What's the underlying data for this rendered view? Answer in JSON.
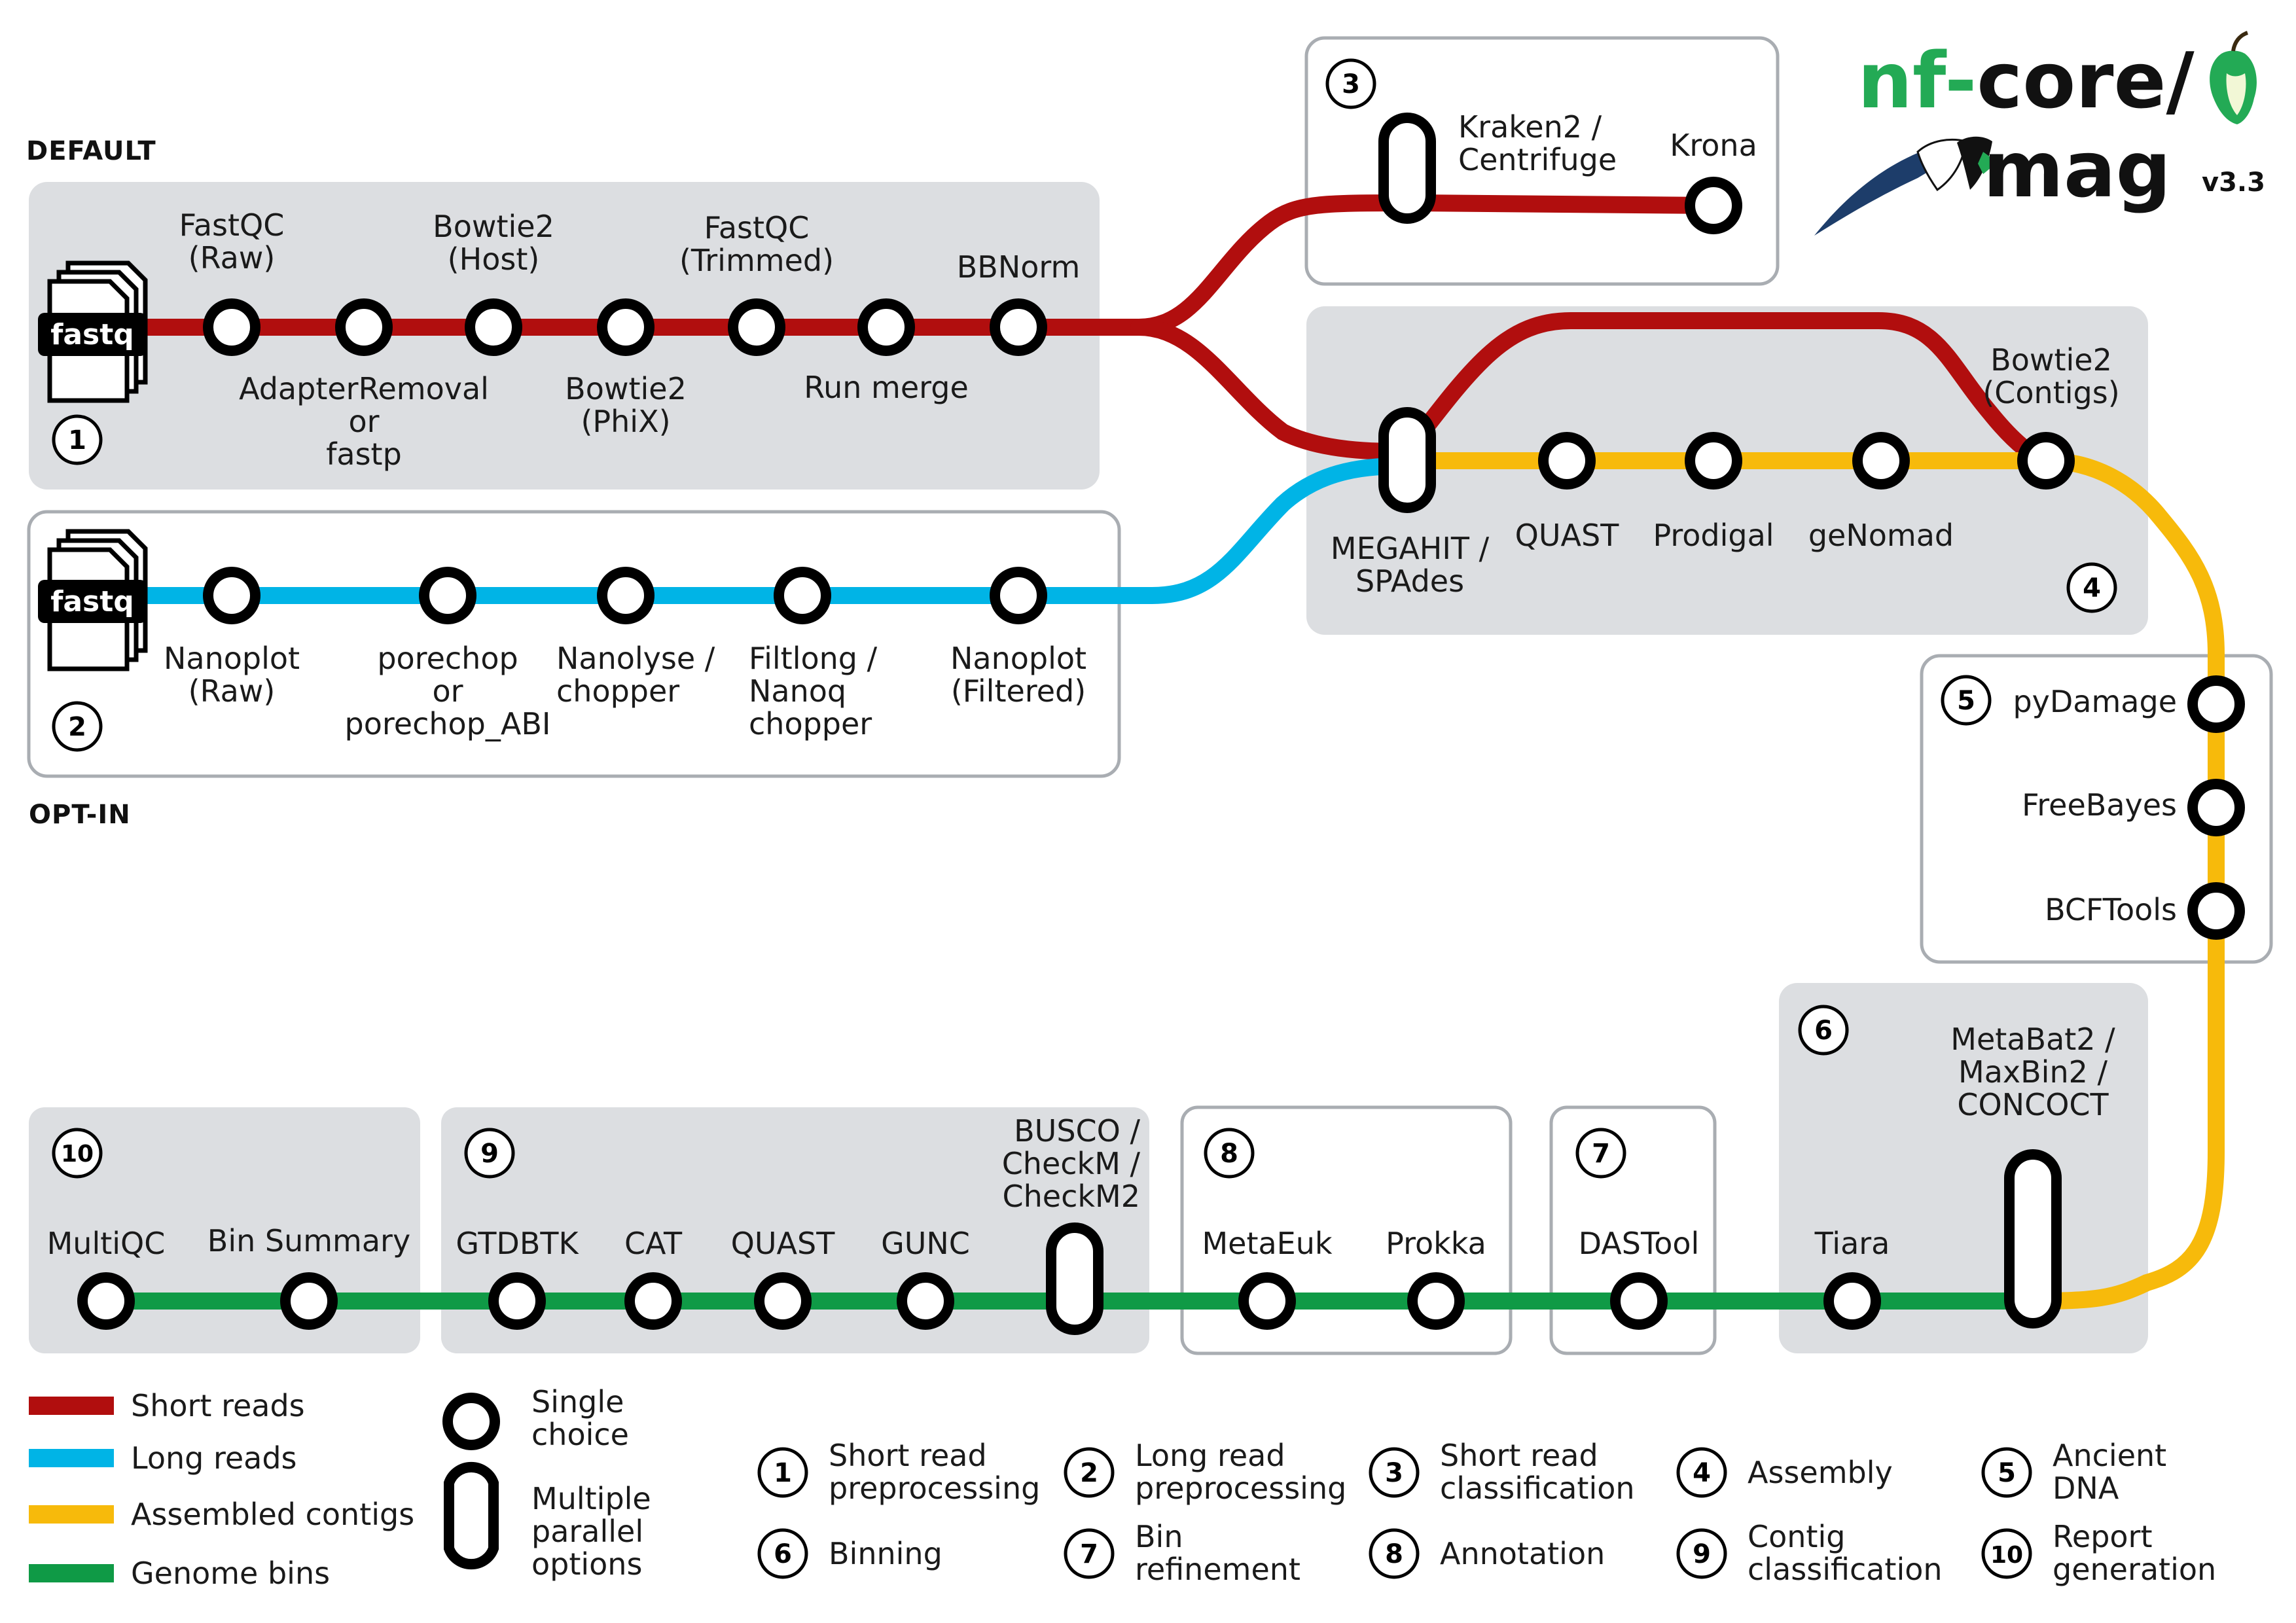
{
  "colors": {
    "short_reads": "#b10e0e",
    "long_reads": "#00b4e6",
    "contigs": "#f7ba0b",
    "bins": "#0f9a46",
    "nf_green": "#23aa55"
  },
  "logo": {
    "prefix": "nf-",
    "core": "core/",
    "name": "mag",
    "version": "v3.3"
  },
  "section_labels": {
    "default": "DEFAULT",
    "opt_in": "OPT-IN"
  },
  "input_icon": "fastq",
  "sections": {
    "s1": "1",
    "s2": "2",
    "s3": "3",
    "s4": "4",
    "s5": "5",
    "s6": "6",
    "s7": "7",
    "s8": "8",
    "s9": "9",
    "s10": "10"
  },
  "stations": {
    "fastqc_raw": [
      "FastQC",
      "(Raw)"
    ],
    "adapter_removal": [
      "AdapterRemoval",
      "or",
      "fastp"
    ],
    "bowtie2_host": [
      "Bowtie2",
      "(Host)"
    ],
    "bowtie2_phix": [
      "Bowtie2",
      "(PhiX)"
    ],
    "fastqc_trimmed": [
      "FastQC",
      "(Trimmed)"
    ],
    "run_merge": [
      "Run merge"
    ],
    "bbnorm": [
      "BBNorm"
    ],
    "nanoplot_raw": [
      "Nanoplot",
      "(Raw)"
    ],
    "porechop": [
      "porechop",
      "or",
      "porechop_ABI"
    ],
    "nanolyse": [
      "Nanolyse /",
      "chopper"
    ],
    "filtlong": [
      "Filtlong /",
      "Nanoq",
      "chopper"
    ],
    "nanoplot_filtered": [
      "Nanoplot",
      "(Filtered)"
    ],
    "kraken2": [
      "Kraken2 /",
      "Centrifuge"
    ],
    "krona": [
      "Krona"
    ],
    "megahit": [
      "MEGAHIT /",
      "SPAdes"
    ],
    "quast_asm": [
      "QUAST"
    ],
    "prodigal": [
      "Prodigal"
    ],
    "genomad": [
      "geNomad"
    ],
    "bowtie2_contigs": [
      "Bowtie2",
      "(Contigs)"
    ],
    "pydamage": [
      "pyDamage"
    ],
    "freebayes": [
      "FreeBayes"
    ],
    "bcftools": [
      "BCFTools"
    ],
    "metabat": [
      "MetaBat2 /",
      "MaxBin2 /",
      "CONCOCT"
    ],
    "tiara": [
      "Tiara"
    ],
    "dastool": [
      "DASTool"
    ],
    "metaeuk": [
      "MetaEuk"
    ],
    "prokka": [
      "Prokka"
    ],
    "busco": [
      "BUSCO /",
      "CheckM /",
      "CheckM2"
    ],
    "gunc": [
      "GUNC"
    ],
    "quast_bins": [
      "QUAST"
    ],
    "cat": [
      "CAT"
    ],
    "gtdbtk": [
      "GTDBTK"
    ],
    "bin_summary": [
      "Bin Summary"
    ],
    "multiqc": [
      "MultiQC"
    ]
  },
  "legend": {
    "lines": [
      "Short reads",
      "Long reads",
      "Assembled contigs",
      "Genome bins"
    ],
    "single_choice": [
      "Single",
      "choice"
    ],
    "multiple": [
      "Multiple",
      "parallel",
      "options"
    ],
    "steps": [
      {
        "num": "1",
        "text": [
          "Short read",
          "preprocessing"
        ]
      },
      {
        "num": "2",
        "text": [
          "Long read",
          "preprocessing"
        ]
      },
      {
        "num": "3",
        "text": [
          "Short read",
          "classification"
        ]
      },
      {
        "num": "4",
        "text": [
          "Assembly"
        ]
      },
      {
        "num": "5",
        "text": [
          "Ancient",
          "DNA"
        ]
      },
      {
        "num": "6",
        "text": [
          "Binning"
        ]
      },
      {
        "num": "7",
        "text": [
          "Bin",
          "refinement"
        ]
      },
      {
        "num": "8",
        "text": [
          "Annotation"
        ]
      },
      {
        "num": "9",
        "text": [
          "Contig",
          "classification"
        ]
      },
      {
        "num": "10",
        "text": [
          "Report",
          "generation"
        ]
      }
    ]
  }
}
